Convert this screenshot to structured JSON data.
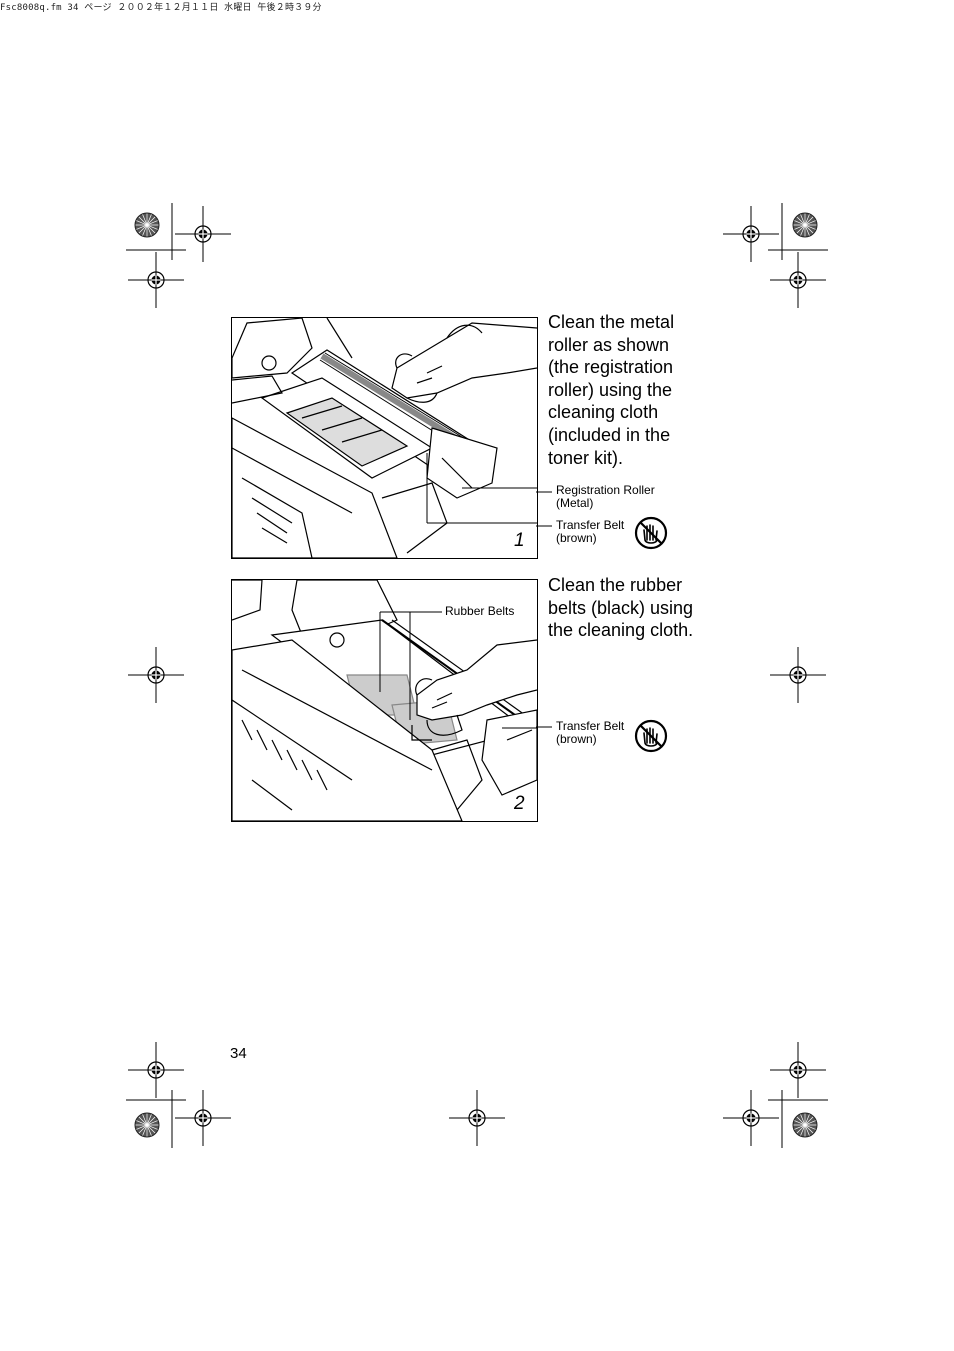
{
  "print_header": "Fsc8008q.fm  34 ページ  ２００２年１２月１１日  水曜日  午後２時３９分",
  "steps": [
    {
      "number": "1",
      "instruction": "Clean the metal roller as shown (the registration roller) using the cleaning cloth (included in the toner kit).",
      "callouts": [
        {
          "text": "Registration Roller\n(Metal)"
        },
        {
          "text": "Transfer Belt\n(brown)"
        }
      ],
      "warning_icon": "do-not-touch-icon"
    },
    {
      "number": "2",
      "instruction": "Clean the rubber belts (black) using the cleaning cloth.",
      "callouts": [
        {
          "text": "Rubber Belts"
        },
        {
          "text": "Transfer Belt\n(brown)"
        }
      ],
      "warning_icon": "do-not-touch-icon"
    }
  ],
  "page_number": "34"
}
